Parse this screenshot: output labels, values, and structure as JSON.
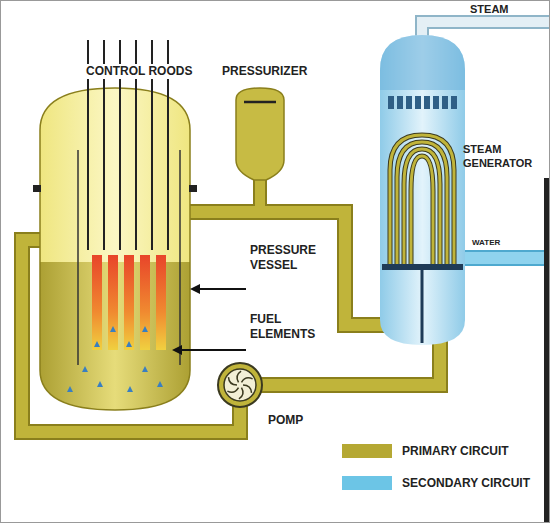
{
  "diagram": {
    "labels": [
      "CONTROL ROODS",
      "PRESSURIZER",
      "STEAM",
      "STEAM GENERATOR",
      "WATER",
      "PRESSURE VESSEL",
      "FUEL ELEMENTS",
      "POMP"
    ],
    "legend": [
      {
        "text": "PRIMARY CIRCUIT",
        "color": "#b5a833"
      },
      {
        "text": "SECONDARY CIRCUIT",
        "color": "#6cc5e6"
      }
    ]
  }
}
